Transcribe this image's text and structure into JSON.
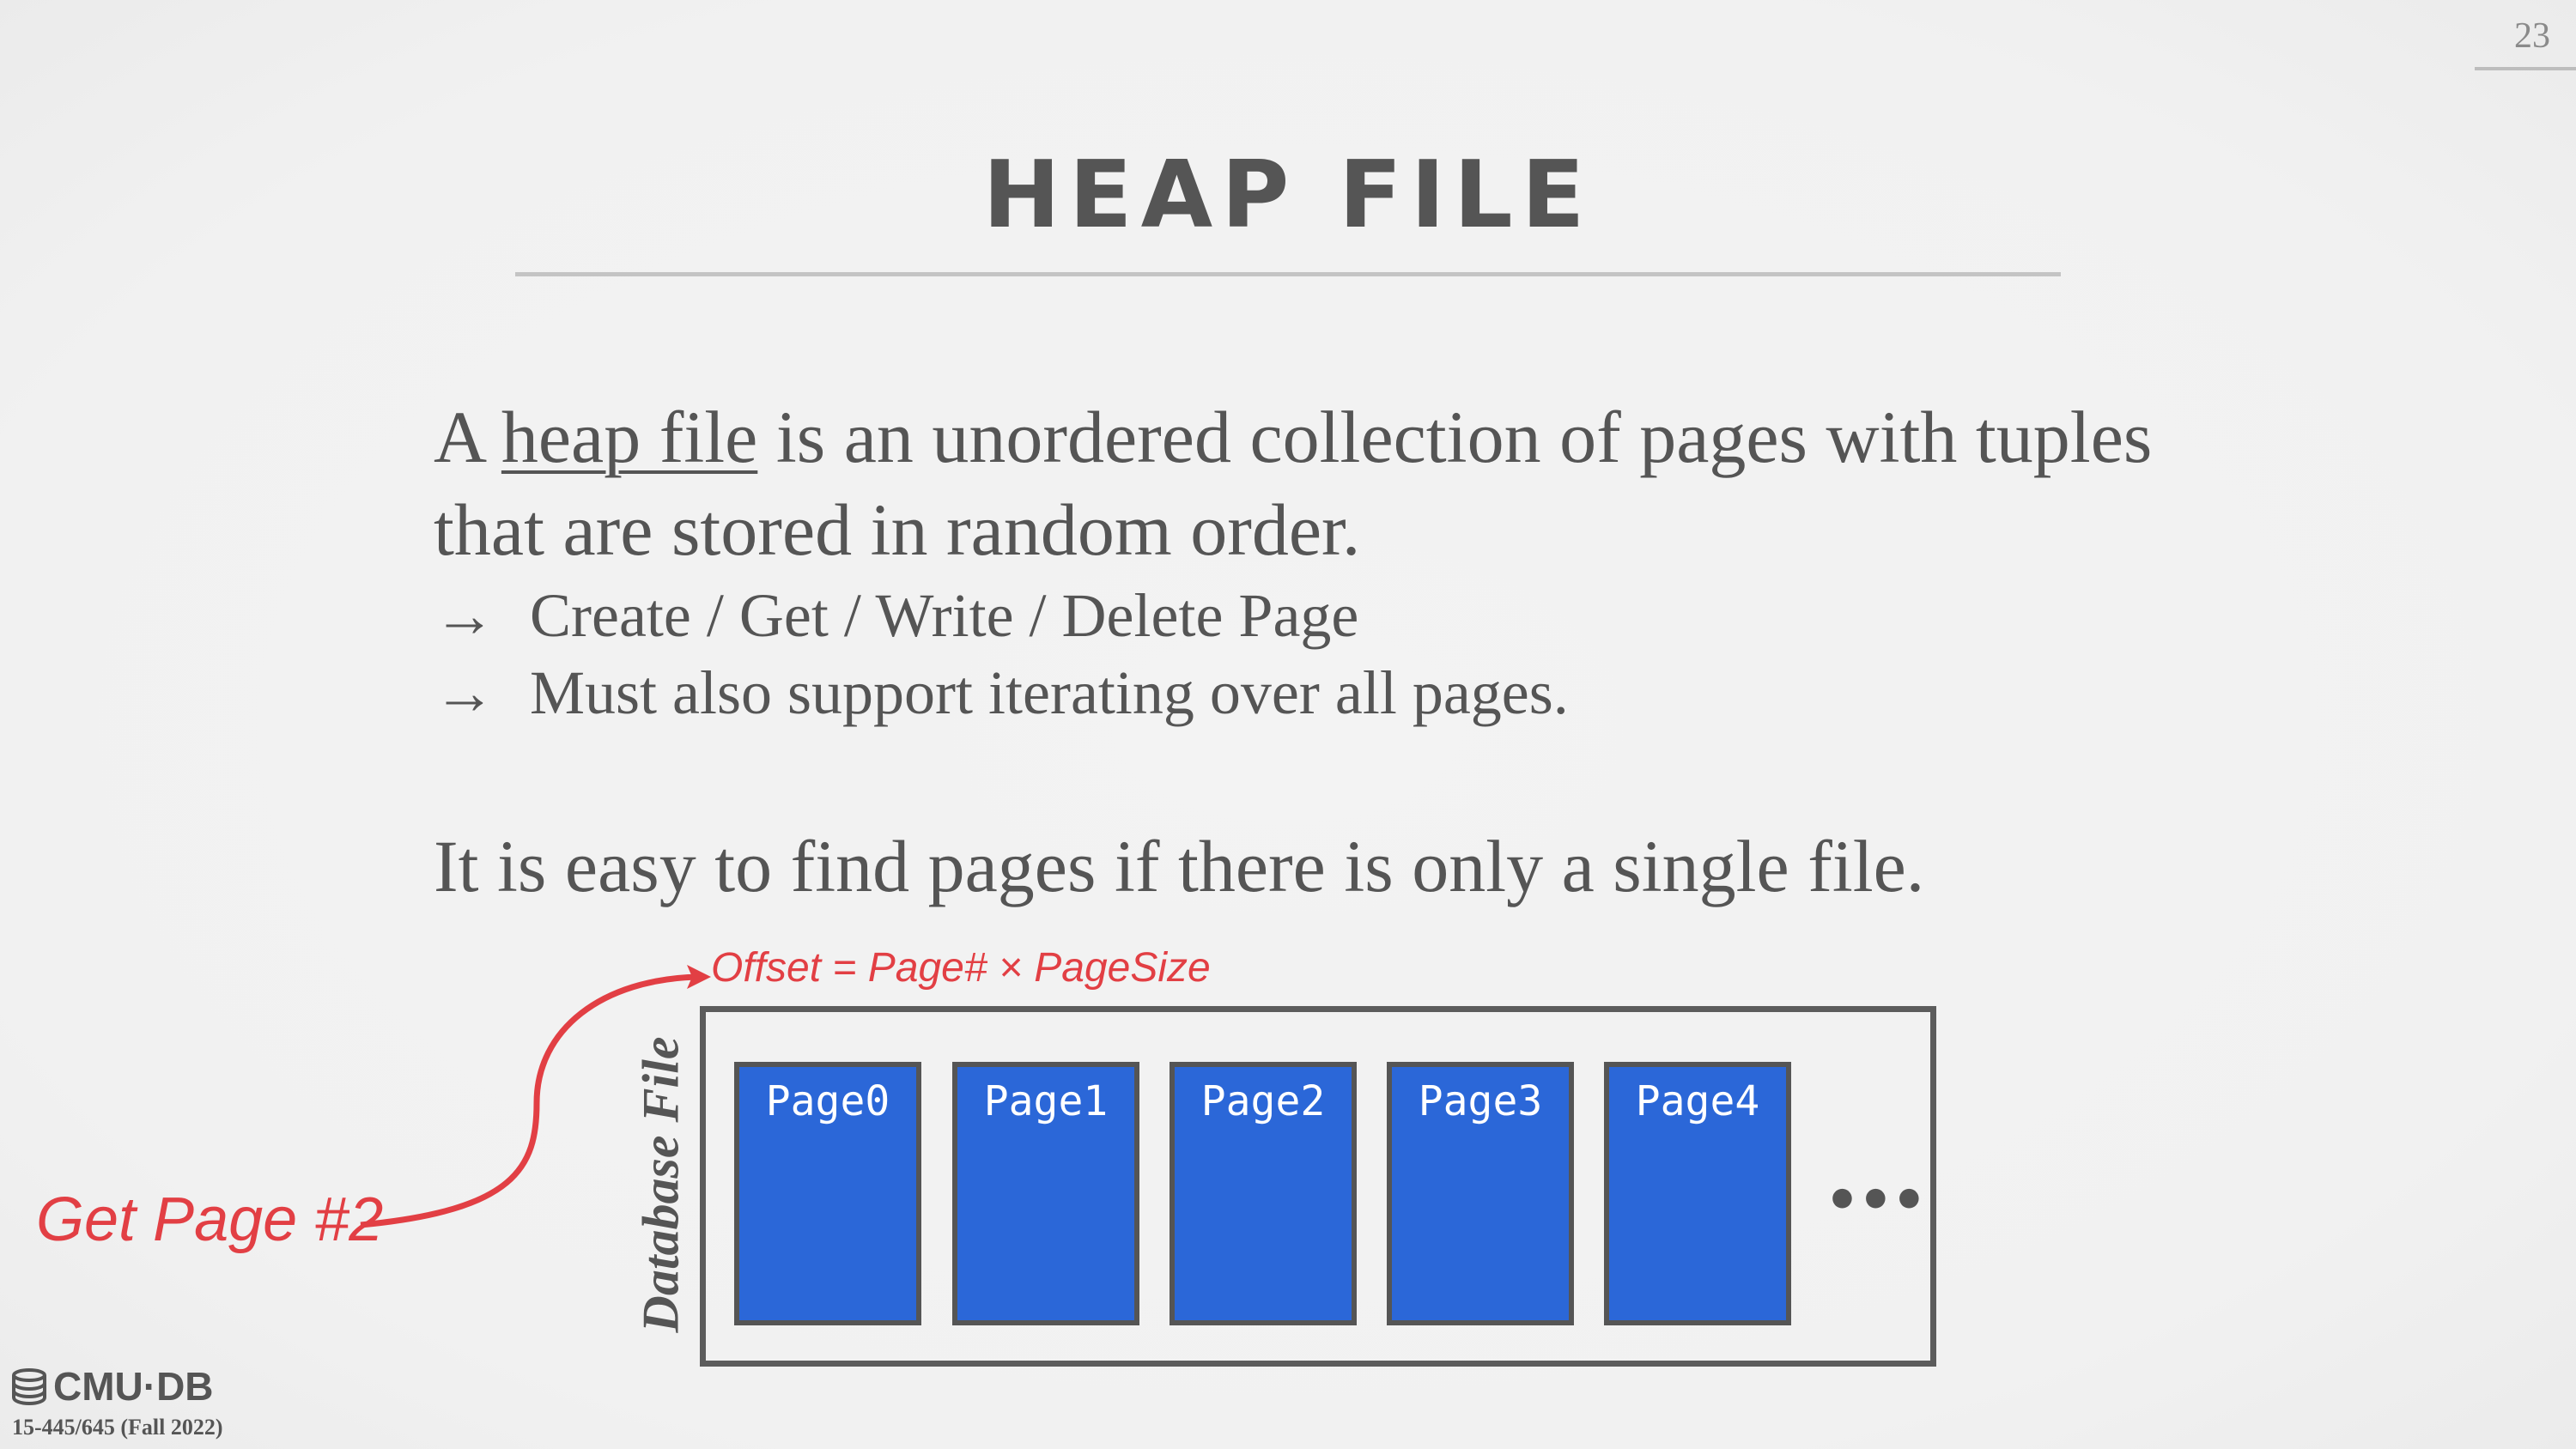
{
  "slide": {
    "page_number": "23",
    "title": "HEAP FILE"
  },
  "content": {
    "para1_prefix": "A ",
    "para1_term": "heap file",
    "para1_rest": " is an unordered collection of pages with tuples that are stored in random order.",
    "bullets": [
      {
        "arrow": "→",
        "text": "Create / Get / Write / Delete Page"
      },
      {
        "arrow": "→",
        "text": "Must also support iterating over all pages."
      }
    ],
    "para2": "It is easy to find pages if there is only a single file."
  },
  "diagram": {
    "formula": "Offset = Page# × PageSize",
    "request_label": "Get Page #2",
    "file_label": "Database File",
    "pages": [
      "Page0",
      "Page1",
      "Page2",
      "Page3",
      "Page4"
    ],
    "ellipsis": "•••",
    "colors": {
      "page_fill": "#2b67d8",
      "accent": "#e23f44",
      "text": "#555555"
    }
  },
  "footer": {
    "logo_text": "CMU·DB",
    "course": "15-445/645 (Fall 2022)"
  }
}
